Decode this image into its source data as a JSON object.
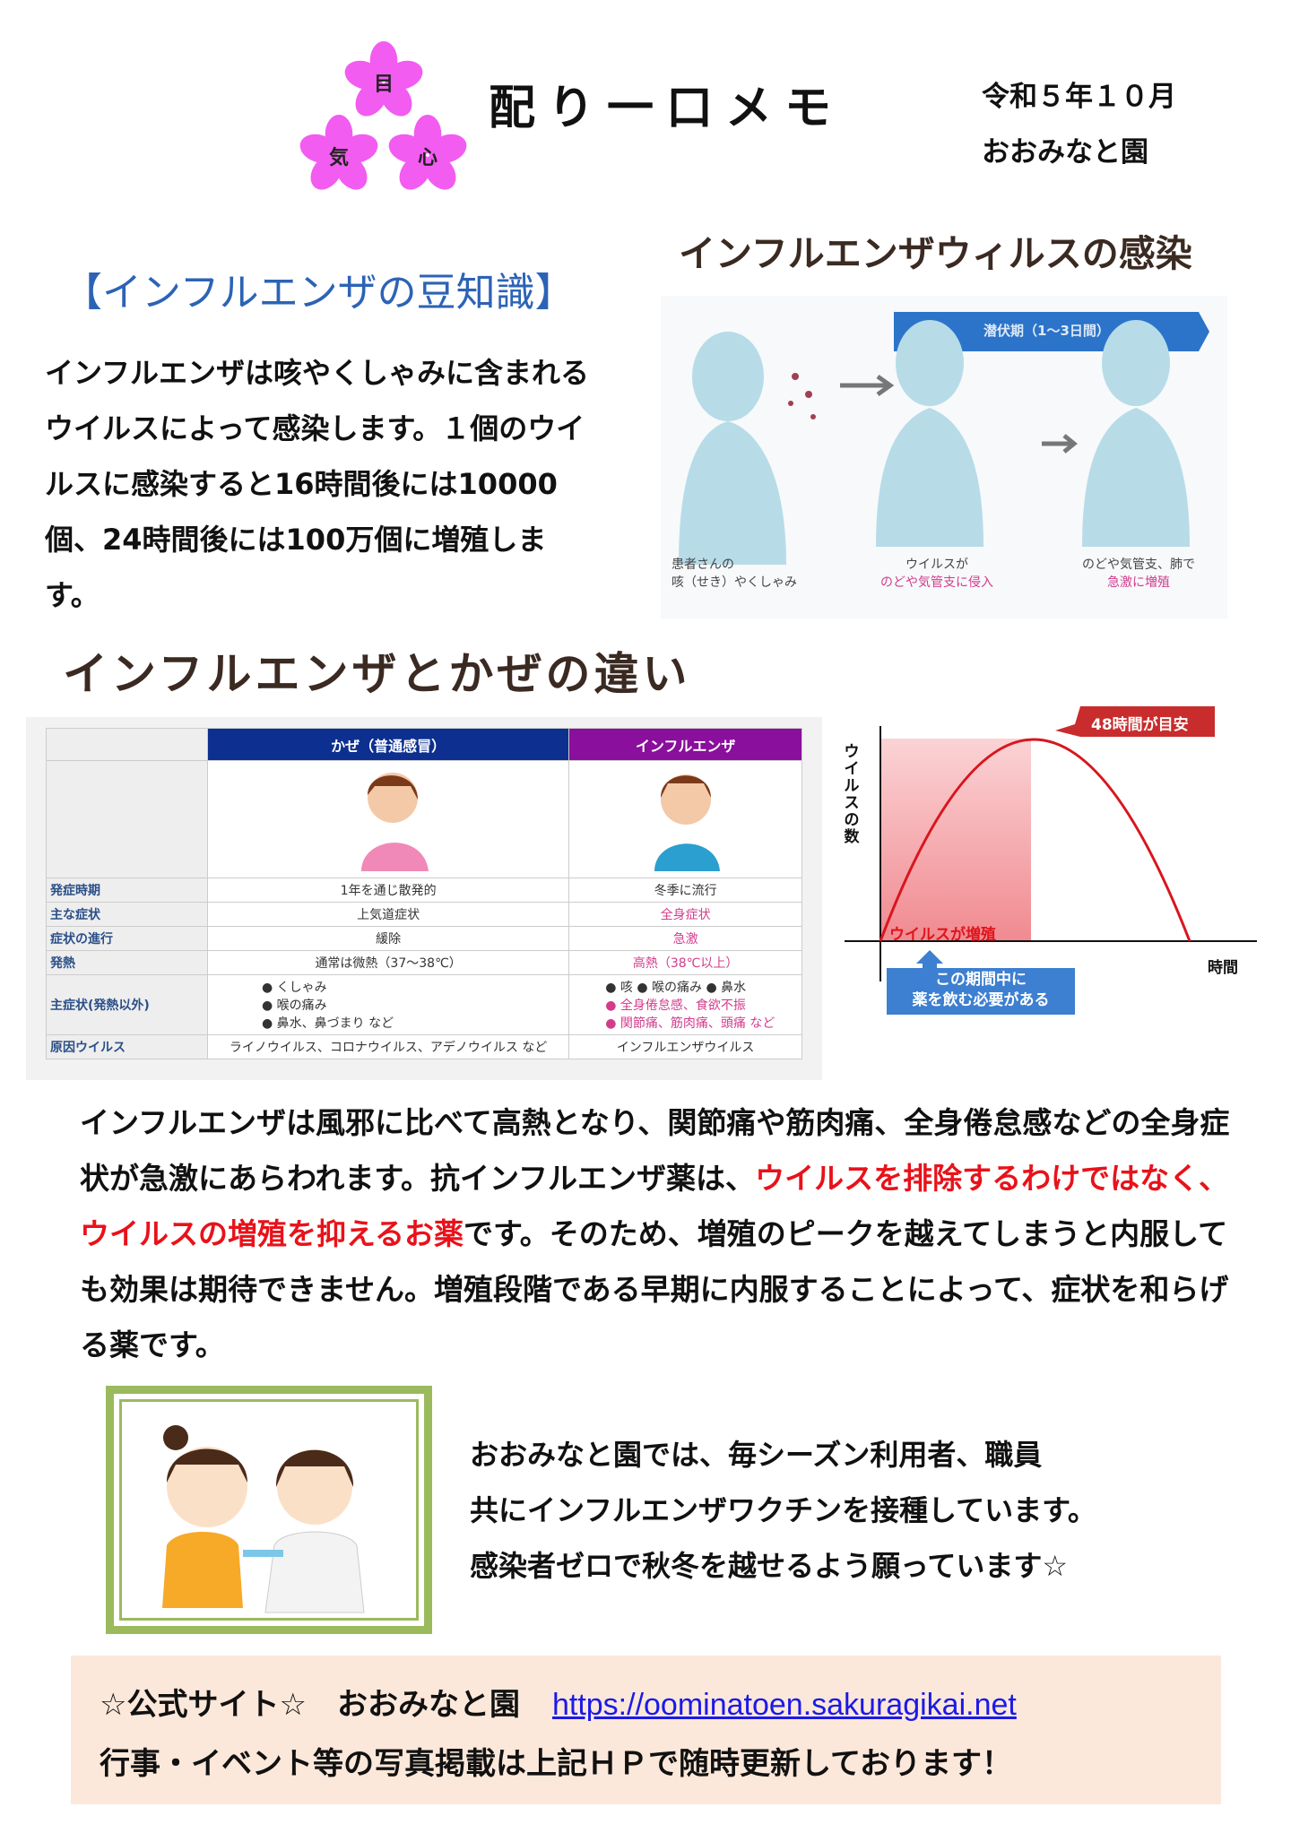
{
  "header": {
    "logo_chars": [
      "目",
      "気",
      "心"
    ],
    "title": "配り一口メモ",
    "date": "令和５年１０月",
    "org": "おおみなと園"
  },
  "tips": {
    "heading": "【インフルエンザの豆知識】",
    "text": "インフルエンザは咳やくしゃみに含まれるウイルスによって感染します。１個のウイルスに感染すると16時間後には10000個、24時間後には100万個に増殖します。"
  },
  "infection": {
    "title": "インフルエンザウィルスの感染",
    "incubation": "潜伏期（1～3日間）",
    "steps": [
      {
        "line1": "患者さんの",
        "line2": "咳（せき）やくしゃみ"
      },
      {
        "line1": "ウイルスが",
        "line2": "のどや気管支に侵入"
      },
      {
        "line1": "のどや気管支、肺で",
        "line2": "急激に増殖"
      }
    ]
  },
  "difference": {
    "title": "インフルエンザとかぜの違い",
    "columns": [
      "かぜ（普通感冒）",
      "インフルエンザ"
    ],
    "colors": {
      "cold": "#0d2f8f",
      "flu": "#8a0f9c"
    },
    "rows": [
      {
        "label": "発症時期",
        "cold": "1年を通じ散発的",
        "flu": "冬季に流行"
      },
      {
        "label": "主な症状",
        "cold": "上気道症状",
        "flu": "全身症状"
      },
      {
        "label": "症状の進行",
        "cold": "緩除",
        "flu": "急激"
      },
      {
        "label": "発熱",
        "cold": "通常は微熱（37～38℃）",
        "flu": "高熱（38℃以上）"
      },
      {
        "label": "主症状(発熱以外)",
        "cold": [
          "● くしゃみ",
          "● 喉の痛み",
          "● 鼻水、鼻づまり など"
        ],
        "flu": [
          "● 咳 ● 喉の痛み ● 鼻水",
          "● 全身倦怠感、食欲不振",
          "● 関節痛、筋肉痛、頭痛 など"
        ]
      },
      {
        "label": "原因ウイルス",
        "cold": "ライノウイルス、コロナウイルス、アデノウイルス など",
        "flu": "インフルエンザウイルス"
      }
    ]
  },
  "chart": {
    "ylabel": "ウイルスの数",
    "xlabel": "時間",
    "peak_callout": "48時間が目安",
    "shaded_label": "ウイルスが増殖",
    "arrow_note_1": "この期間中に",
    "arrow_note_2": "薬を飲む必要がある"
  },
  "body": {
    "part1": "インフルエンザは風邪に比べて高熱となり、関節痛や筋肉痛、全身倦怠感などの全身症状が急激にあらわれます。抗インフルエンザ薬は、",
    "highlight": "ウイルスを排除するわけではなく、ウイルスの増殖を抑えるお薬",
    "part2": "です。そのため、増殖のピークを越えてしまうと内服しても効果は期待できません。増殖段階である早期に内服することによって、症状を和らげる薬です。"
  },
  "vaccine": {
    "lines": [
      "おおみなと園では、毎シーズン利用者、職員",
      "共にインフルエンザワクチンを接種しています。",
      "感染者ゼロで秋冬を越せるよう願っています☆"
    ]
  },
  "footer": {
    "site_label": "☆公式サイト☆　おおみなと園",
    "url": "https://oominatoen.sakuragikai.net",
    "note": "行事・イベント等の写真掲載は上記ＨＰで随時更新しております！"
  }
}
